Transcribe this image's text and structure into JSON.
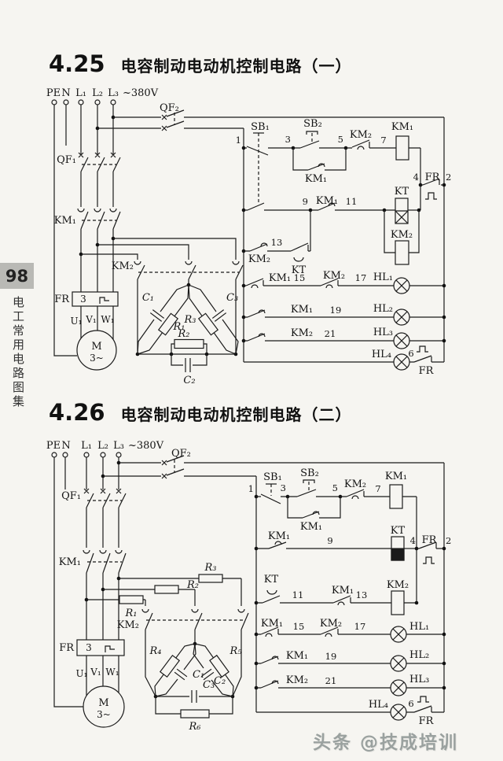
{
  "page": {
    "page_number": "98",
    "sidebar_title": "电工常用电路图集",
    "watermark": "头条 @技成培训"
  },
  "c425": {
    "num": "4.25",
    "title": "电容制动电动机控制电路（一）"
  },
  "c426": {
    "num": "4.26",
    "title": "电容制动电动机控制电路（二）"
  },
  "sym": {
    "pe": "PE",
    "n": "N",
    "l1": "L₁",
    "l2": "L₂",
    "l3": "L₃",
    "v380": "~380V",
    "qf1": "QF₁",
    "qf2": "QF₂",
    "km1": "KM₁",
    "km2": "KM₂",
    "kt": "KT",
    "fr": "FR",
    "sb1": "SB₁",
    "sb2": "SB₂",
    "c1": "C₁",
    "c2": "C₂",
    "c3": "C₃",
    "r1": "R₁",
    "r2": "R₂",
    "r3": "R₃",
    "r4": "R₄",
    "r5": "R₅",
    "r6": "R₆",
    "hl1": "HL₁",
    "hl2": "HL₂",
    "hl3": "HL₃",
    "hl4": "HL₄",
    "u1": "U₁",
    "v1": "V₁",
    "w1": "W₁",
    "m": "M",
    "m3": "3~",
    "fr3": "3"
  },
  "nodes": {
    "1": "1",
    "2": "2",
    "3": "3",
    "4": "4",
    "5": "5",
    "6": "6",
    "7": "7",
    "9": "9",
    "11": "11",
    "13": "13",
    "15": "15",
    "17": "17",
    "19": "19",
    "21": "21"
  }
}
